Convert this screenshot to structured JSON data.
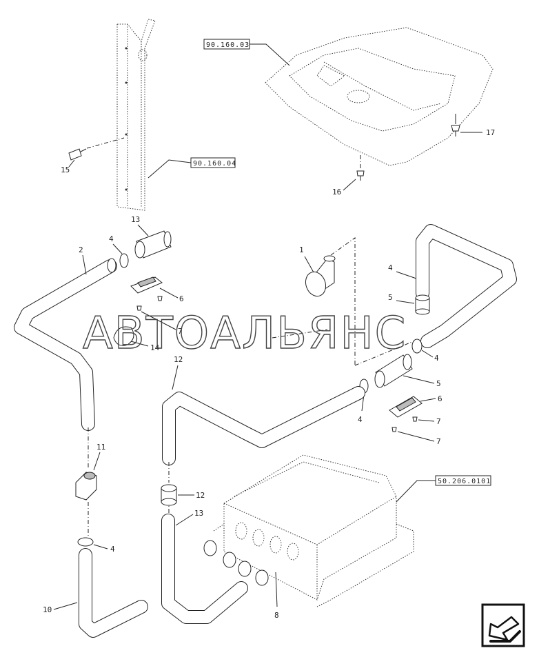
{
  "watermark": "АВТОАЛЬЯНС",
  "refs": {
    "r1": "90.160.03",
    "r2": "90.160.04",
    "r3": "50.206.0101"
  },
  "callouts": {
    "c1": "1",
    "c2": "2",
    "c4a": "4",
    "c4b": "4",
    "c4c": "4",
    "c4d": "4",
    "c4e": "4",
    "c5a": "5",
    "c5b": "5",
    "c6a": "6",
    "c6b": "6",
    "c7a": "7",
    "c7b": "7",
    "c7c": "7",
    "c8": "8",
    "c10": "10",
    "c11": "11",
    "c12a": "12",
    "c12b": "12",
    "c13a": "13",
    "c13b": "13",
    "c14": "14",
    "c15": "15",
    "c16": "16",
    "c17": "17"
  },
  "icons": {
    "nav": "arrow-navigation-icon"
  }
}
